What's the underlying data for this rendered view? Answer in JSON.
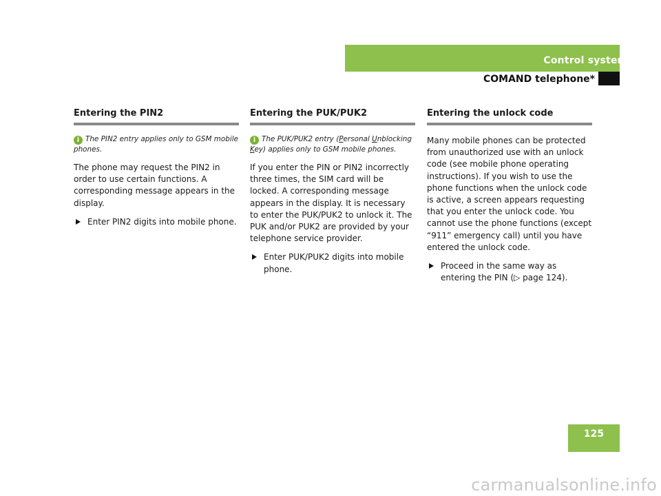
{
  "header": {
    "section": "Control systems",
    "chapter": "COMAND telephone*"
  },
  "columns": [
    {
      "heading": "Entering the PIN2",
      "note": "The PIN2 entry applies only to GSM mobile phones.",
      "body": "The phone may request the PIN2 in order to use certain functions. A corresponding message appears in the display.",
      "bullet": "Enter PIN2 digits into mobile phone."
    },
    {
      "heading": "Entering the PUK/PUK2",
      "note_prefix": "The PUK/PUK2 entry (",
      "note_p": "P",
      "note_mid1": "ersonal ",
      "note_u": "U",
      "note_mid2": "nblocking ",
      "note_k": "K",
      "note_suffix": "ey) applies only to GSM mobile phones.",
      "body": "If you enter the PIN or PIN2 incorrectly three times, the SIM card will be locked. A corresponding message appears in the display. It is necessary to enter the PUK/PUK2 to unlock it. The PUK and/or PUK2 are provided by your telephone service provider.",
      "bullet": "Enter PUK/PUK2 digits into mobile phone."
    },
    {
      "heading": "Entering the unlock code",
      "body": "Many mobile phones can be protected from unauthorized use with an unlock code (see mobile phone operating instructions). If you wish to use the phone functions when the unlock code is active, a screen appears requesting that you enter the unlock code. You cannot use the phone functions (except “911” emergency call) until you have entered the unlock code.",
      "bullet": "Proceed in the same way as entering the PIN (▷ page 124)."
    }
  ],
  "info_glyph": "i",
  "page_number": "125",
  "watermark": "carmanualsonline.info",
  "colors": {
    "accent": "#8dc04d",
    "rule": "#8a8a8a"
  }
}
